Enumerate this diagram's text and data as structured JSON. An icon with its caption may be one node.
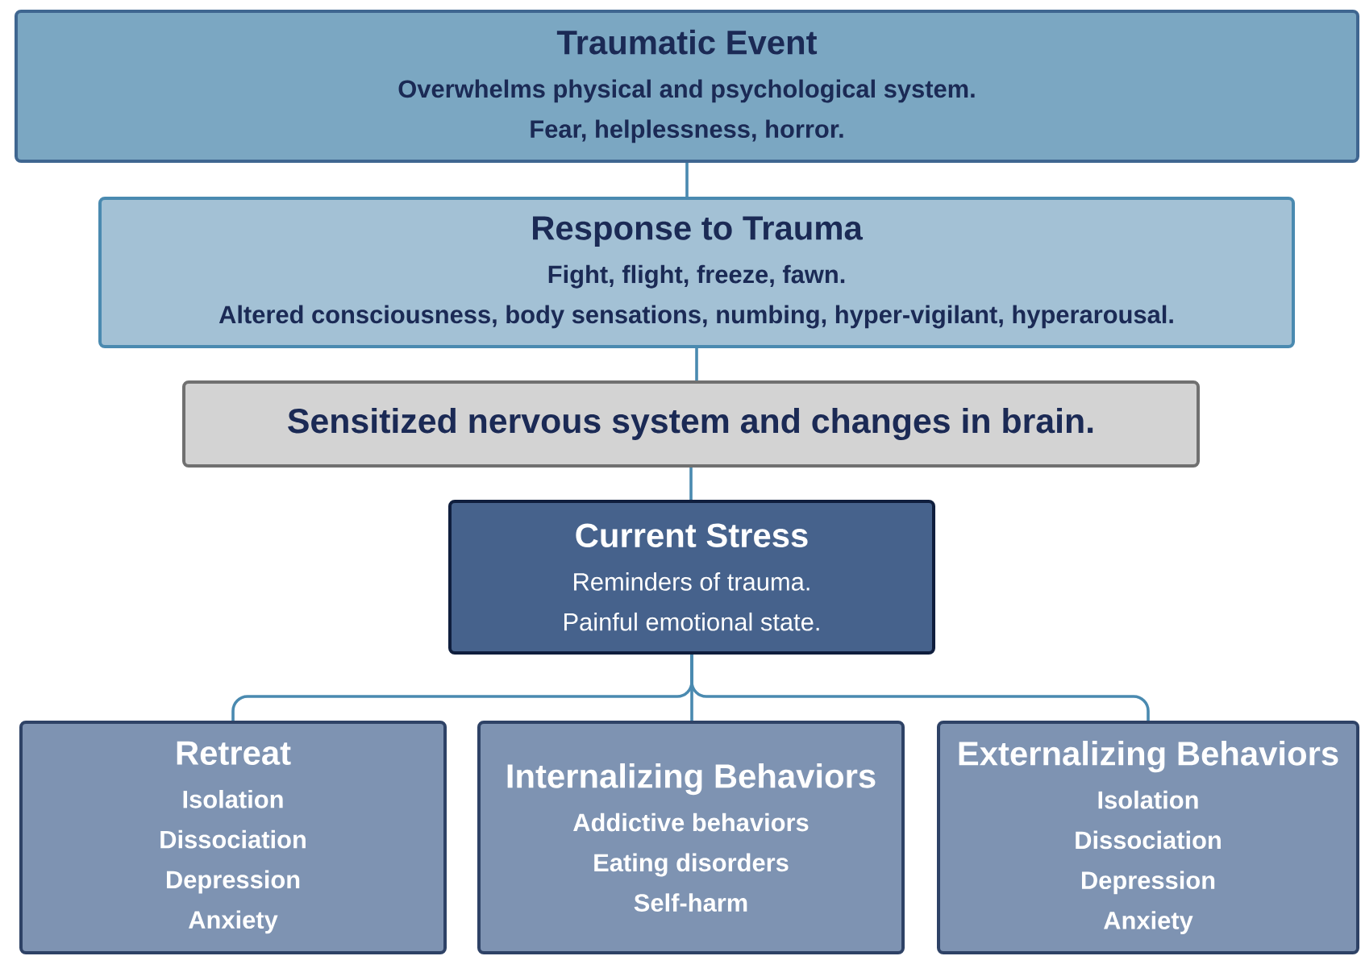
{
  "diagram": {
    "nodes": [
      {
        "text": [
          "Traumatic Event",
          "Overwhelms physical and psychological system.",
          "Fear, helplessness, horror."
        ]
      },
      {
        "text": [
          "Response to Trauma",
          "Fight, flight, freeze, fawn.",
          "Altered consciousness, body sensations, numbing, hyper-vigilant, hyperarousal."
        ]
      },
      {
        "text": [
          "Sensitized nervous system and changes in brain."
        ]
      },
      {
        "text": [
          "Current Stress",
          "Reminders of trauma.",
          "Painful emotional state."
        ]
      },
      {
        "text": [
          "Retreat",
          "Isolation",
          "Dissociation",
          "Depression",
          "Anxiety"
        ]
      },
      {
        "text": [
          "Internalizing Behaviors",
          "Addictive behaviors",
          "Eating disorders",
          "Self-harm"
        ]
      },
      {
        "text": [
          "Externalizing Behaviors",
          "Isolation",
          "Dissociation",
          "Depression",
          "Anxiety"
        ]
      }
    ],
    "edges": [
      {
        "from": 0,
        "to": 1,
        "arrow": "none"
      },
      {
        "from": 1,
        "to": 2,
        "arrow": "none"
      },
      {
        "from": 2,
        "to": 3,
        "arrow": "none"
      },
      {
        "from": 3,
        "to": 4,
        "arrow": "none"
      },
      {
        "from": 3,
        "to": 5,
        "arrow": "none"
      },
      {
        "from": 3,
        "to": 6,
        "arrow": "none"
      }
    ]
  }
}
